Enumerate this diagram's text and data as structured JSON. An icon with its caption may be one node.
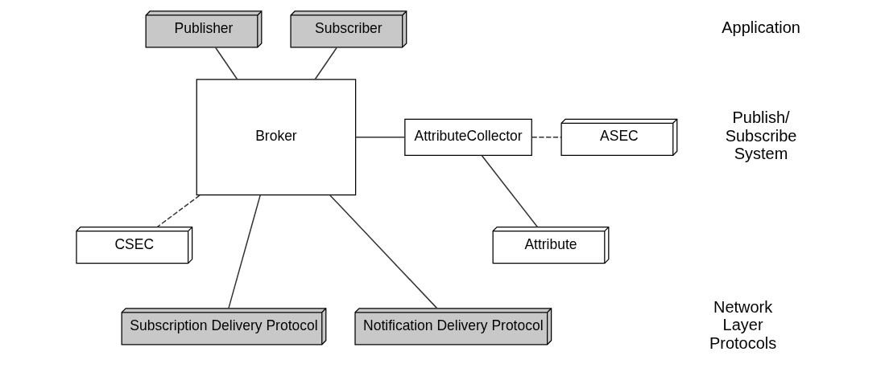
{
  "diagram": {
    "nodes": [
      {
        "text": [
          "Publisher"
        ]
      },
      {
        "text": [
          "Subscriber"
        ]
      },
      {
        "text": [
          "Broker"
        ]
      },
      {
        "text": [
          "AttributeCollector"
        ]
      },
      {
        "text": [
          "Attribute"
        ]
      },
      {
        "text": [
          "ASEC"
        ]
      },
      {
        "text": [
          "CSEC"
        ]
      },
      {
        "text": [
          "Subscription Delivery Protocol"
        ]
      },
      {
        "text": [
          "Notification Delivery Protocol"
        ]
      }
    ],
    "edges": [
      {
        "from": 0,
        "to": 2,
        "arrow": "none"
      },
      {
        "from": 1,
        "to": 2,
        "arrow": "none"
      },
      {
        "from": 2,
        "to": 3,
        "arrow": "none"
      },
      {
        "from": 3,
        "to": 4,
        "arrow": "none"
      },
      {
        "from": 3,
        "to": 5,
        "arrow": "none",
        "style": "dashed"
      },
      {
        "from": 2,
        "to": 6,
        "arrow": "none",
        "style": "dashed"
      },
      {
        "from": 2,
        "to": 7,
        "arrow": "none"
      },
      {
        "from": 2,
        "to": 8,
        "arrow": "none"
      }
    ],
    "labels": [
      "Application",
      "Publish/ Subscribe System",
      "Network Layer Protocols"
    ]
  }
}
